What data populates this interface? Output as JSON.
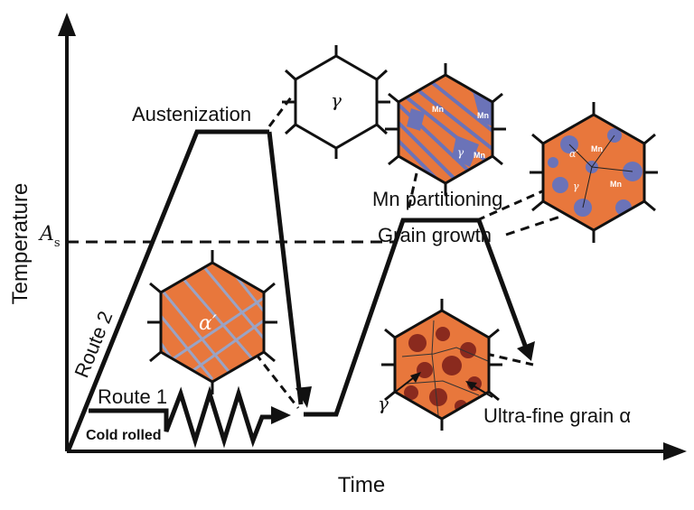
{
  "axes": {
    "y_label": "Temperature",
    "x_label": "Time",
    "as_label": "A",
    "as_subscript": "s"
  },
  "labels": {
    "austenization": "Austenization",
    "mn_partitioning": "Mn partitioning",
    "grain_growth": "Grain growth",
    "route1": "Route 1",
    "route2": "Route 2",
    "cold_rolled": "Cold rolled",
    "ultra_fine": "Ultra-fine grain α"
  },
  "phases": {
    "gamma": "γ",
    "alpha_prime": "α′",
    "mn": "Mn"
  },
  "colors": {
    "orange": "#e8773c",
    "blue_phase": "#6b73b8",
    "dark_grain": "#8a2a1e",
    "line": "#111111"
  }
}
